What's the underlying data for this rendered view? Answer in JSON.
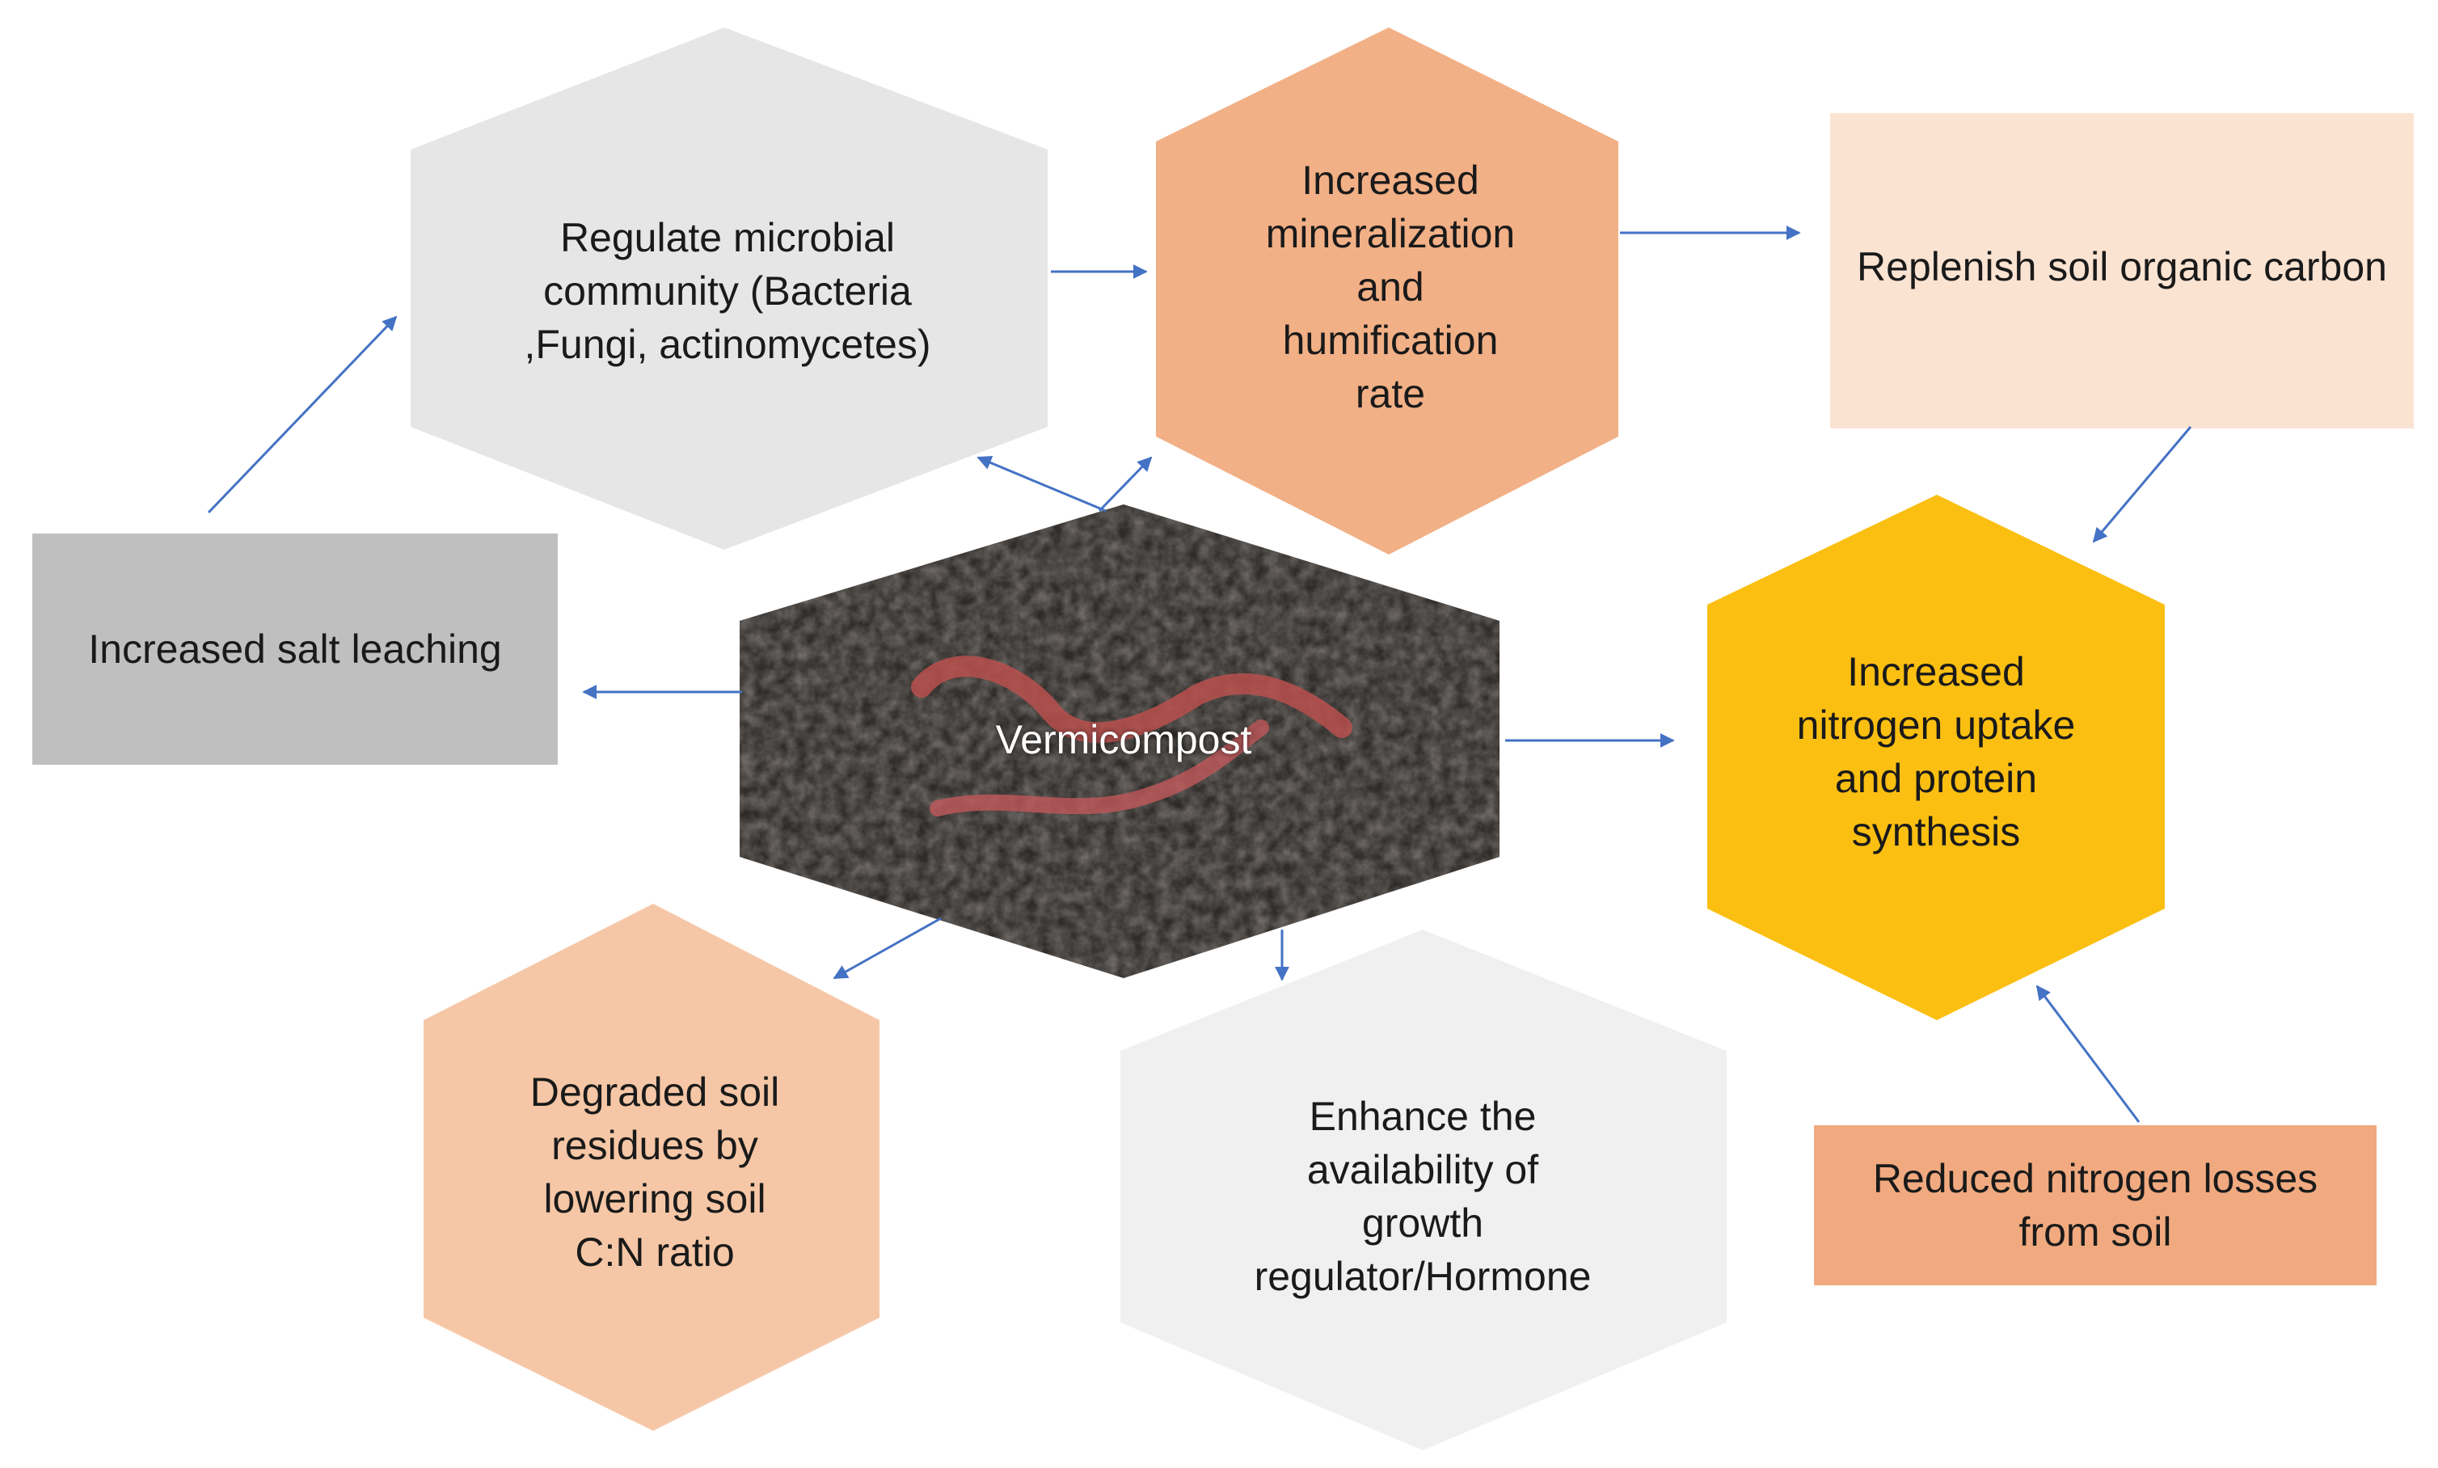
{
  "nodes": {
    "regulate": {
      "text": "Regulate microbial\ncommunity (Bacteria\n,Fungi, actinomycetes)",
      "fill": "#e6e6e6"
    },
    "mineralization": {
      "text": "Increased\nmineralization\nand\nhumification\nrate",
      "fill": "#f2b086"
    },
    "replenish": {
      "text": "Replenish soil organic carbon",
      "fill": "#fbe3d2"
    },
    "salt": {
      "text": "Increased salt leaching",
      "fill": "#bfbfbf"
    },
    "vermicompost": {
      "text": "Vermicompost",
      "fill": "#2e2b28"
    },
    "nitrogen": {
      "text": "Increased\nnitrogen uptake\nand protein\nsynthesis",
      "fill": "#fbbf12"
    },
    "degraded": {
      "text": "Degraded soil\nresidues by\nlowering soil\nC:N ratio",
      "fill": "#f6c7a6"
    },
    "enhance": {
      "text": "Enhance the\navailability of\ngrowth\nregulator/Hormone",
      "fill": "#f0f0f0"
    },
    "reduced": {
      "text": "Reduced nitrogen losses\nfrom soil",
      "fill": "#f1aa80"
    }
  },
  "arrow_color": "#4472c4"
}
